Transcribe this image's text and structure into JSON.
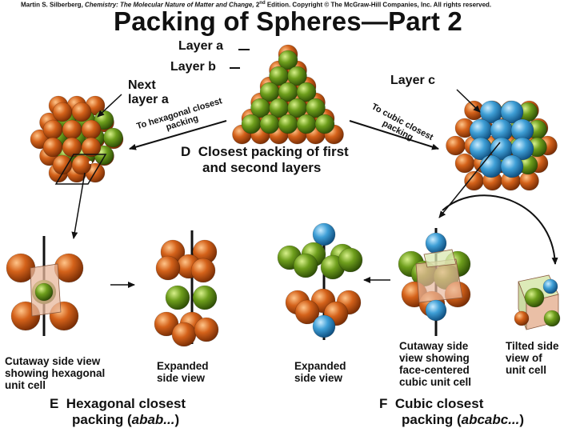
{
  "credit": {
    "prefix": "Martin S. Silberberg, ",
    "book": "Chemistry: The Molecular Nature of Matter and Change,",
    "edition_num": " 2",
    "edition_sup": "nd",
    "suffix": " Edition.  Copyright © The McGraw-Hill Companies, Inc. All rights reserved."
  },
  "title": "Packing of Spheres—Part 2",
  "labels": {
    "layer_a": "Layer a",
    "layer_b": "Layer b",
    "layer_c": "Layer c",
    "next_layer_line1": "Next",
    "next_layer_line2": "layer a",
    "to_hexagonal": "To hexagonal closest packing",
    "to_cubic": "To cubic closest packing"
  },
  "captions": {
    "d_letter": "D",
    "d_text_line1": "Closest packing of first",
    "d_text_line2": "and second layers",
    "cutaway_hex": [
      "Cutaway side view",
      "showing hexagonal",
      "unit cell"
    ],
    "expanded_left": [
      "Expanded",
      "side view"
    ],
    "expanded_right": [
      "Expanded",
      "side view"
    ],
    "cutaway_fcc": [
      "Cutaway side",
      "view showing",
      "face-centered",
      "cubic unit cell"
    ],
    "tilted": [
      "Tilted side",
      "view of",
      "unit cell"
    ],
    "e_letter": "E",
    "e_line1": "Hexagonal closest",
    "e_line2_prefix": "packing (",
    "e_line2_italic": "abab...",
    "e_line2_suffix": ")",
    "f_letter": "F",
    "f_line1": "Cubic closest",
    "f_line2_prefix": "packing (",
    "f_line2_italic": "abcabc...",
    "f_line2_suffix": ")"
  },
  "colors": {
    "layer_a_orange": "#d4621a",
    "layer_b_green": "#6e9e1c",
    "layer_c_blue": "#3f9fd6",
    "unit_cell_pink": "#e8b89c"
  }
}
